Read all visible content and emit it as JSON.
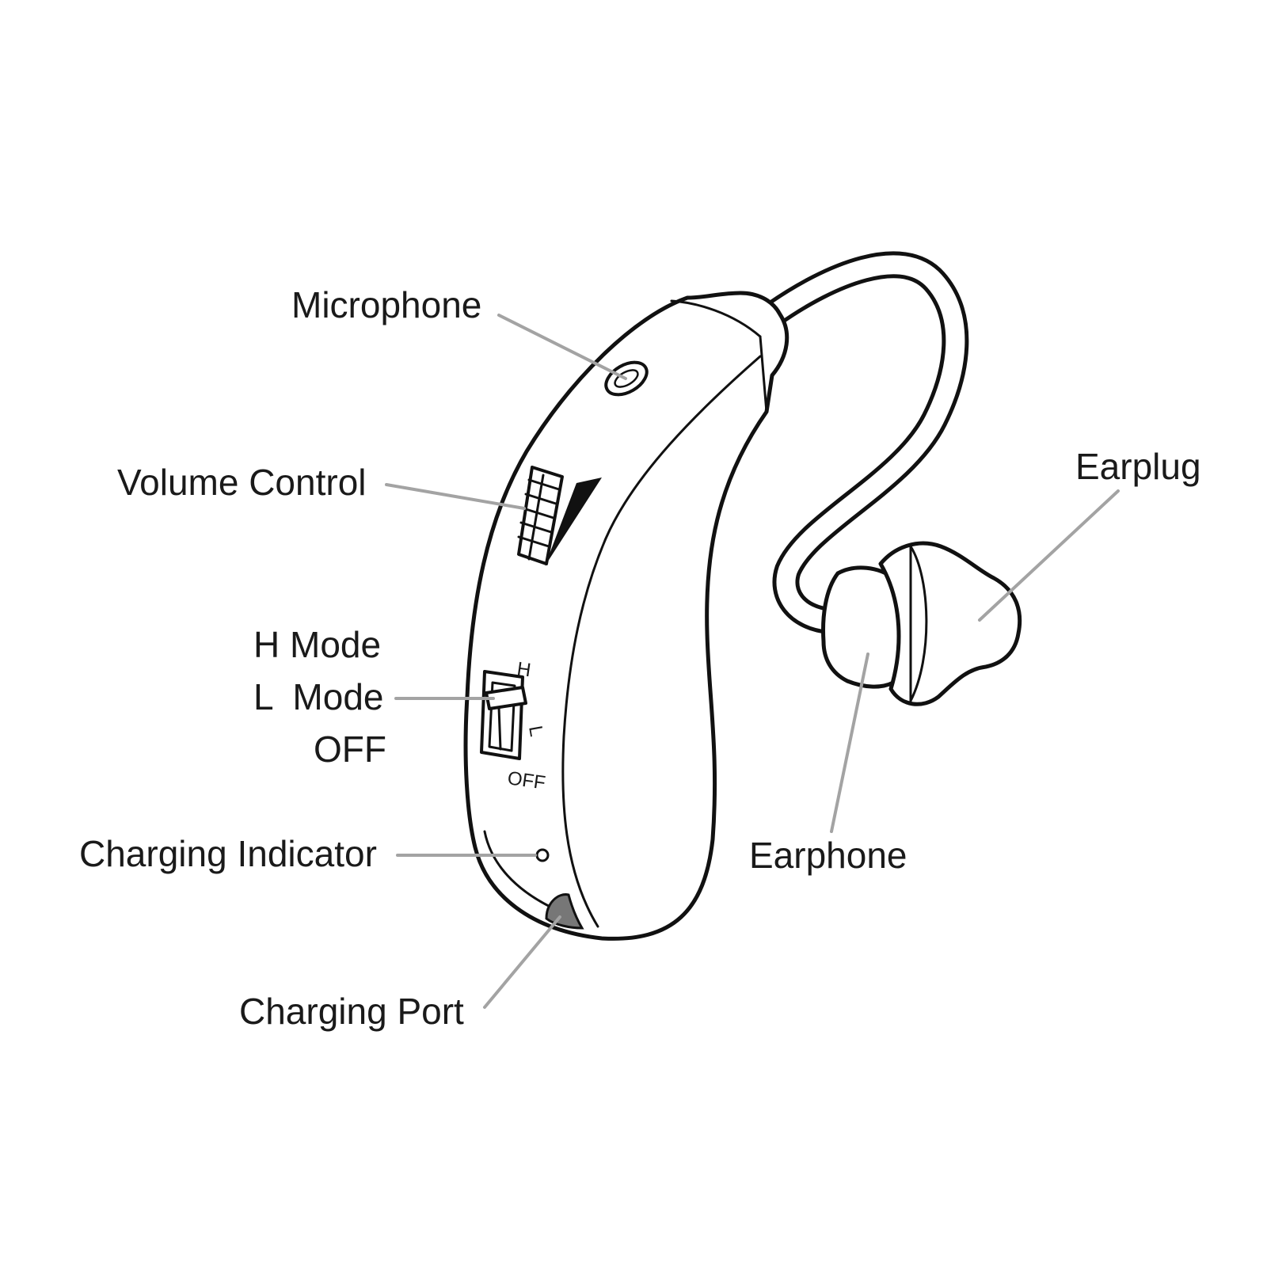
{
  "labels": {
    "microphone": "Microphone",
    "volume_control": "Volume Control",
    "h_mode": "H Mode",
    "l_mode": "L  Mode",
    "off": "OFF",
    "charging_indicator": "Charging Indicator",
    "charging_port": "Charging Port",
    "earplug": "Earplug",
    "earphone": "Earphone"
  },
  "switch_markings": {
    "h": "H",
    "l": "L",
    "off": "OFF"
  },
  "colors": {
    "outline": "#111111",
    "leader": "#a3a3a3",
    "port": "#777777"
  },
  "icons": {
    "device": "hearing-aid-icon"
  }
}
